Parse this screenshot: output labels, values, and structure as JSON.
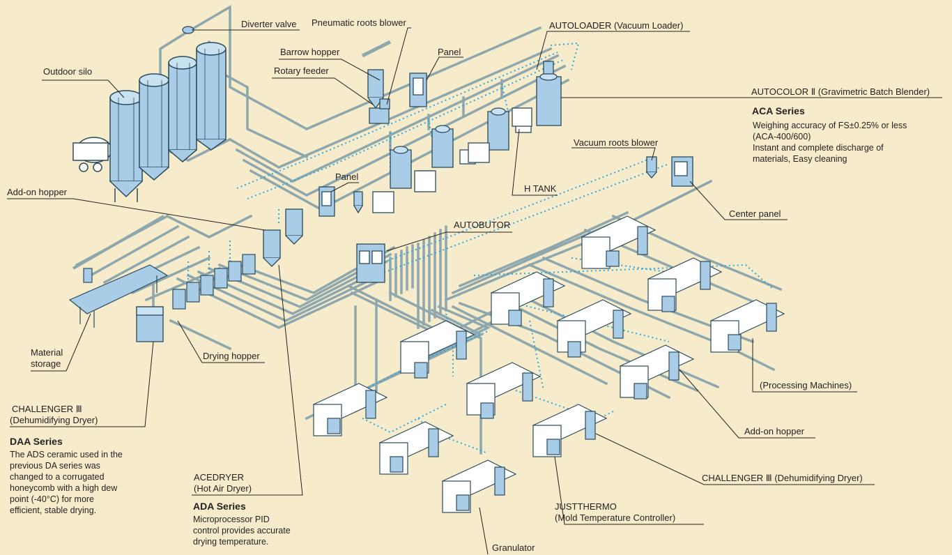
{
  "colors": {
    "background": "#f6eccb",
    "pipe": "#8ea7ad",
    "equipment_fill": "#a9cde6",
    "equipment_stroke": "#2b4a5c",
    "vacuum_line": "#2aa7e0",
    "leader": "#231f20"
  },
  "labels": {
    "diverter_valve": "Diverter valve",
    "pneumatic_roots_blower": "Pneumatic roots blower",
    "autoloader": "AUTOLOADER (Vacuum Loader)",
    "barrow_hopper": "Barrow hopper",
    "panel_top": "Panel",
    "outdoor_silo": "Outdoor silo",
    "rotary_feeder": "Rotary feeder",
    "autocolor": "AUTOCOLOR Ⅱ (Gravimetric Batch Blender)",
    "vacuum_roots_blower": "Vacuum roots blower",
    "panel_mid": "Panel",
    "add_on_hopper_left": "Add-on hopper",
    "h_tank": "H TANK",
    "center_panel": "Center panel",
    "autobutor": "AUTOBUTOR",
    "material_storage": [
      "Material",
      "storage"
    ],
    "drying_hopper": "Drying hopper",
    "processing_machines": "(Processing Machines)",
    "challenger_left": [
      "CHALLENGER Ⅲ",
      "(Dehumidifying Dryer)"
    ],
    "add_on_hopper_right": "Add-on hopper",
    "acedryer": [
      "ACEDRYER",
      "(Hot Air Dryer)"
    ],
    "challenger_right": "CHALLENGER Ⅲ (Dehumidifying Dryer)",
    "justthermo": [
      "JUSTTHERMO",
      "(Mold Temperature Controller)"
    ],
    "granulator": "Granulator"
  },
  "series": {
    "aca": {
      "title": "ACA Series",
      "lines": [
        "Weighing accuracy of FS±0.25% or less",
        "(ACA-400/600)",
        "Instant and complete discharge of",
        "materials, Easy cleaning"
      ]
    },
    "daa": {
      "title": "DAA Series",
      "lines": [
        "The ADS ceramic used in the",
        "previous DA series was",
        "changed to a corrugated",
        "honeycomb with a high dew",
        "point (-40°C) for more",
        "efficient, stable drying."
      ]
    },
    "ada": {
      "title": "ADA Series",
      "lines": [
        "Microprocessor PID",
        "control provides accurate",
        "drying temperature."
      ]
    }
  }
}
